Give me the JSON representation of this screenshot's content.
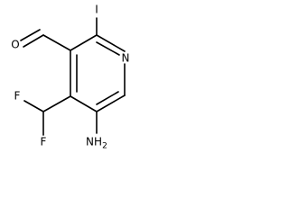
{
  "molecule": {
    "atoms": {
      "iodine": "I",
      "nitrogen": "N",
      "oxygen": "O",
      "amine": "NH",
      "amine_subscript": "2",
      "fluorine_top": "F",
      "fluorine_bottom": "F"
    },
    "colors": {
      "bond": "#000000",
      "text": "#000000",
      "background": "#ffffff"
    }
  }
}
